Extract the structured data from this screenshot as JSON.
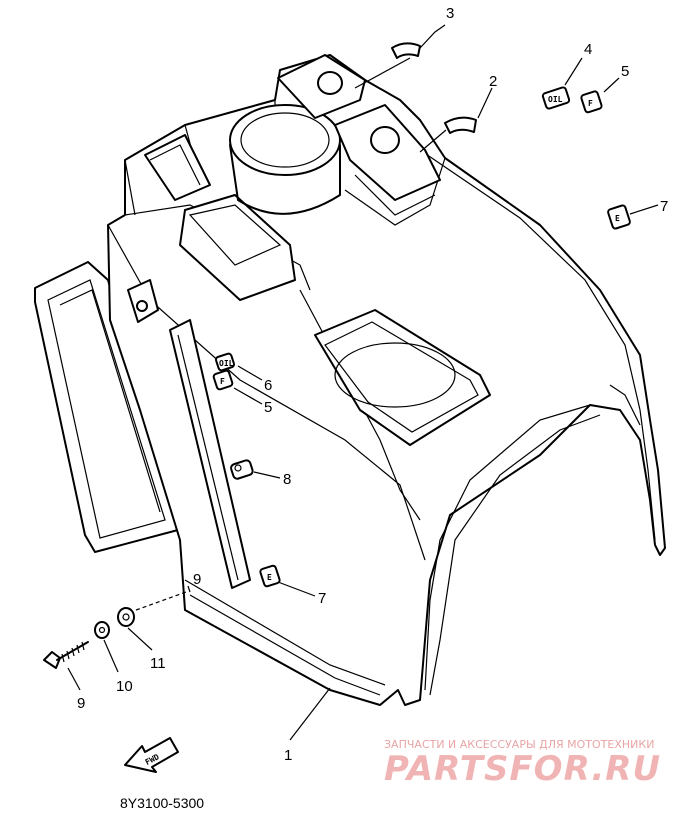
{
  "callouts": {
    "c1": "1",
    "c2": "2",
    "c3": "3",
    "c4": "4",
    "c5a": "5",
    "c5b": "5",
    "c6": "6",
    "c7a": "7",
    "c7b": "7",
    "c8": "8",
    "c9a": "9",
    "c9b": "9",
    "c10": "10",
    "c11": "11"
  },
  "labels": {
    "oil": "OIL",
    "fuel_f": "F",
    "fuel_e": "E",
    "fwd": "FWD"
  },
  "part_code": "8Y3100-5300",
  "watermark": {
    "subtitle": "ЗАПЧАСТИ И АКСЕССУАРЫ ДЛЯ МОТОТЕХНИКИ",
    "brand": "PARTSFOR.RU"
  }
}
